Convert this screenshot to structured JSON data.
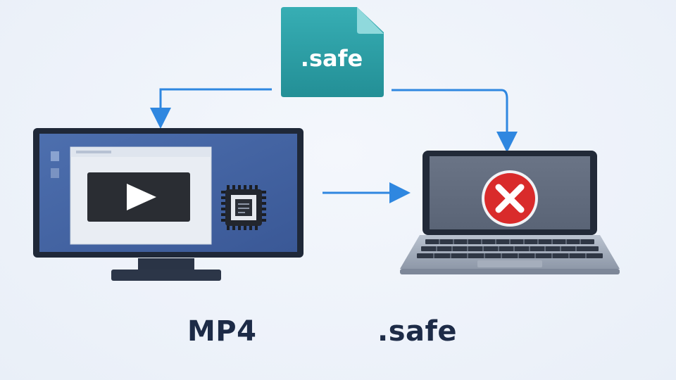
{
  "file_icon": {
    "label": ".safe",
    "color": "#2fa1a8",
    "fold_color": "#7fd2d6"
  },
  "captions": {
    "left": "MP4",
    "right": ".safe"
  },
  "arrows": {
    "color": "#2f87e0"
  },
  "desktop": {
    "icons": [
      "play-icon",
      "chip-icon"
    ]
  },
  "laptop": {
    "status_icon": "error-x-icon",
    "status_color": "#d92b2b"
  }
}
